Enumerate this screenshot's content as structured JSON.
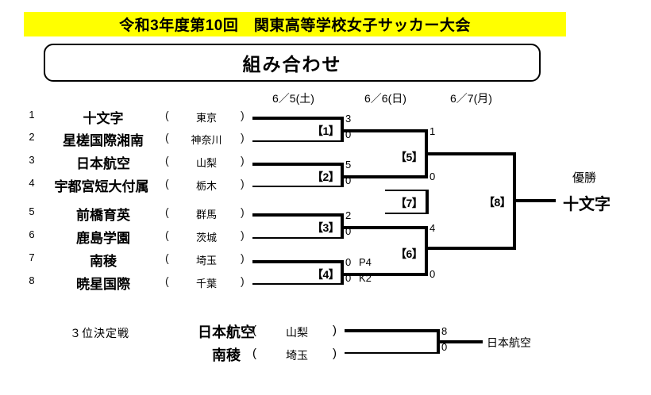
{
  "header": {
    "title": "令和3年度第10回　関東高等学校女子サッカー大会",
    "subtitle": "組み合わせ",
    "band_color": "#ffff00"
  },
  "dates": [
    {
      "label": "6／5(土)"
    },
    {
      "label": "6／6(日)"
    },
    {
      "label": "6／7(月)"
    }
  ],
  "teams": [
    {
      "no": "1",
      "name": "十文字",
      "pref": "東京",
      "paren_l": "(",
      "paren_r": ")"
    },
    {
      "no": "2",
      "name": "星槎国際湘南",
      "pref": "神奈川",
      "paren_l": "(",
      "paren_r": ")"
    },
    {
      "no": "3",
      "name": "日本航空",
      "pref": "山梨",
      "paren_l": "(",
      "paren_r": ")"
    },
    {
      "no": "4",
      "name": "宇都宮短大付属",
      "pref": "栃木",
      "paren_l": "(",
      "paren_r": ")"
    },
    {
      "no": "5",
      "name": "前橋育英",
      "pref": "群馬",
      "paren_l": "(",
      "paren_r": ")"
    },
    {
      "no": "6",
      "name": "鹿島学園",
      "pref": "茨城",
      "paren_l": "(",
      "paren_r": ")"
    },
    {
      "no": "7",
      "name": "南稜",
      "pref": "埼玉",
      "paren_l": "(",
      "paren_r": ")"
    },
    {
      "no": "8",
      "name": "暁星国際",
      "pref": "千葉",
      "paren_l": "(",
      "paren_r": ")"
    }
  ],
  "matches": [
    {
      "id": "1",
      "label": "【1】",
      "top_score": "3",
      "bottom_score": "0"
    },
    {
      "id": "2",
      "label": "【2】",
      "top_score": "5",
      "bottom_score": "0"
    },
    {
      "id": "3",
      "label": "【3】",
      "top_score": "2",
      "bottom_score": "0"
    },
    {
      "id": "4",
      "label": "【4】",
      "top_score": "0",
      "bottom_score": "0",
      "pk_top": "P4",
      "pk_bottom": "K2"
    },
    {
      "id": "5",
      "label": "【5】",
      "top_score": "1",
      "bottom_score": "0"
    },
    {
      "id": "6",
      "label": "【6】",
      "top_score": "4",
      "bottom_score": "0"
    },
    {
      "id": "7",
      "label": "【7】"
    },
    {
      "id": "8",
      "label": "【8】"
    }
  ],
  "champion": {
    "label": "優勝",
    "name": "十文字"
  },
  "third_place": {
    "label": "３位決定戦",
    "teams": [
      {
        "name": "日本航空",
        "pref": "山梨",
        "paren_l": "(",
        "paren_r": ")"
      },
      {
        "name": "南稜",
        "pref": "埼玉",
        "paren_l": "(",
        "paren_r": ")"
      }
    ],
    "top_score": "8",
    "bottom_score": "0",
    "winner": "日本航空"
  }
}
